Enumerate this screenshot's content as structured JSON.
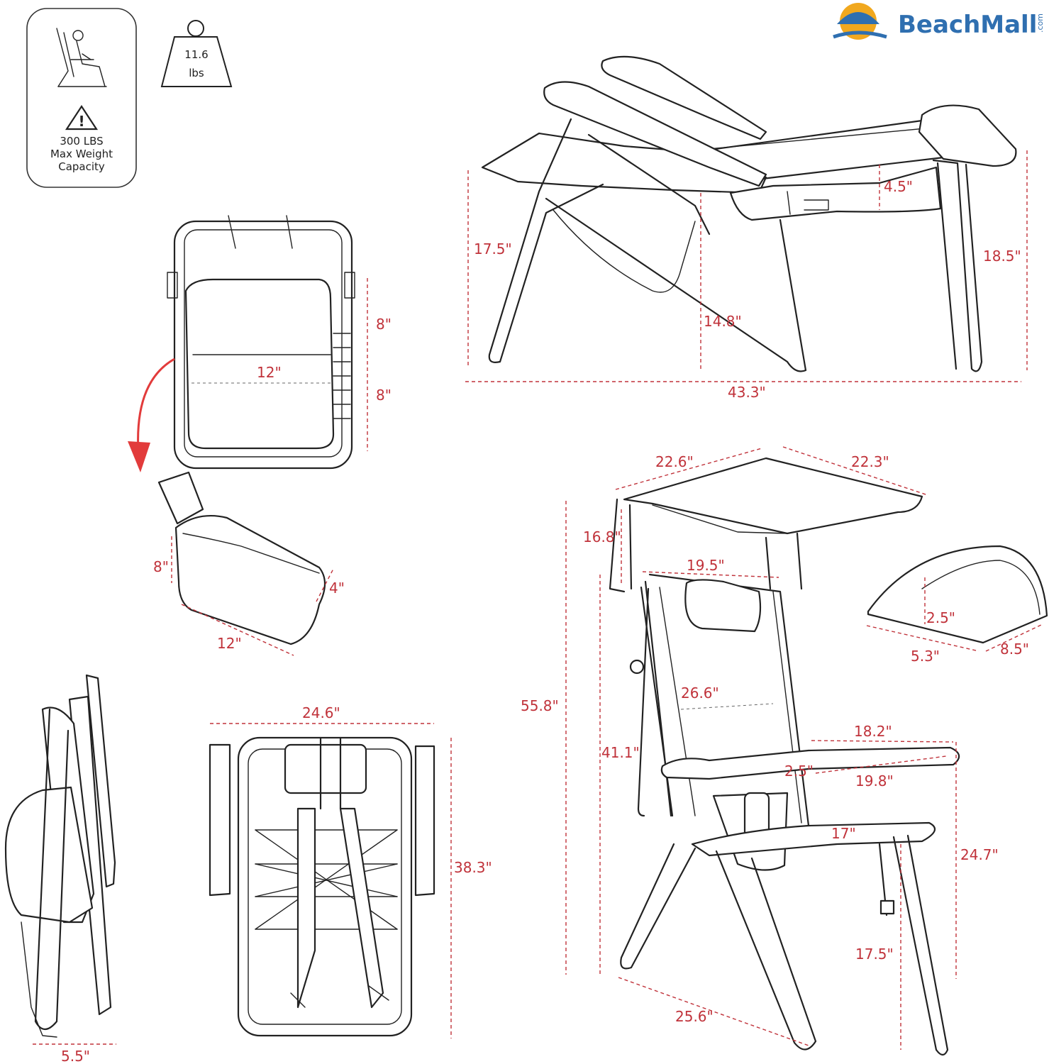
{
  "brand": {
    "name": "BeachMall",
    "suffix": ".com",
    "color": "#2f6fb0",
    "accent": "#f1a81e"
  },
  "colors": {
    "dimension": "#c0323a",
    "line": "#222222"
  },
  "badges": {
    "capacity_line1": "300 LBS",
    "capacity_line2": "Max Weight",
    "capacity_line3": "Capacity",
    "weight_line1": "11.6",
    "weight_line2": "lbs"
  },
  "side_view": {
    "seat_height": "17.5\"",
    "armrest_gap": "14.8\"",
    "back_height": "18.5\"",
    "pouch_depth": "4.5\"",
    "length": "43.3\""
  },
  "cooler_top": {
    "width": "12\"",
    "height_upper": "8\"",
    "height_lower": "8\""
  },
  "cooler_bag": {
    "height": "8\"",
    "depth": "4\"",
    "length": "12\""
  },
  "folded_side": {
    "thickness": "5.5\""
  },
  "folded_back": {
    "width": "24.6\"",
    "height": "38.3\""
  },
  "front_view": {
    "canopy_width_a": "22.6\"",
    "canopy_width_b": "22.3\"",
    "canopy_drop": "16.8\"",
    "back_width": "19.5\"",
    "total_height": "55.8\"",
    "back_length": "26.6\"",
    "back_height": "41.1\"",
    "arm_length": "18.2\"",
    "arm_width": "2.5\"",
    "seat_width": "19.8\"",
    "seat_depth": "17\"",
    "arm_height": "24.7\"",
    "seat_height": "17.5\"",
    "base_width": "25.6\""
  },
  "pillow": {
    "height": "2.5\"",
    "width": "5.3\"",
    "depth": "8.5\""
  }
}
